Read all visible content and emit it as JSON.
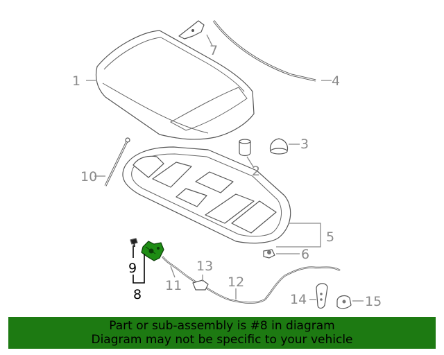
{
  "callouts": {
    "c1": "1",
    "c2": "2",
    "c3": "3",
    "c4": "4",
    "c5": "5",
    "c6": "6",
    "c7": "7",
    "c8": "8",
    "c9": "9",
    "c10": "10",
    "c11": "11",
    "c12": "12",
    "c13": "13",
    "c14": "14",
    "c15": "15"
  },
  "banner": {
    "line1": "Part or sub-assembly is #8 in diagram",
    "line2": "Diagram may not be specific to your vehicle"
  },
  "colors": {
    "banner_background": "#1d7a12",
    "highlight_part": "#1e8c14",
    "callout_text": "#8a8a8a"
  }
}
